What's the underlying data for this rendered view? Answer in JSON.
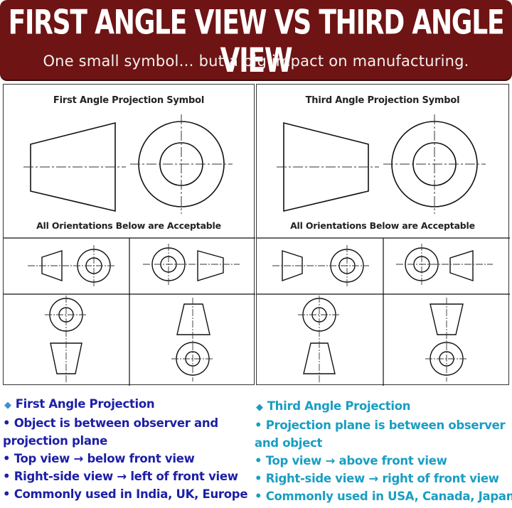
{
  "banner": {
    "title": "FIRST ANGLE VIEW VS THIRD ANGLE VIEW",
    "subtitle": "One small symbol… but a big impact on manufacturing."
  },
  "first_angle": {
    "symbol_title": "First Angle Projection Symbol",
    "orientations_note": "All Orientations Below are Acceptable"
  },
  "third_angle": {
    "symbol_title": "Third Angle Projection Symbol",
    "orientations_note": "All Orientations Below are Acceptable"
  },
  "first_notes": {
    "heading": "First Angle Projection",
    "line1": "• Object is between observer and",
    "line2": "projection plane",
    "line3": "• Top view → below front view",
    "line4": "• Right-side view → left of front view",
    "line5": "• Commonly used in India, UK, Europe"
  },
  "third_notes": {
    "heading": "Third Angle Projection",
    "line1": "• Projection plane is between observer",
    "line2": "and object",
    "line3": "• Top view → above front view",
    "line4": "• Right-side view → right of front view",
    "line5": "• Commonly used in USA, Canada, Japan"
  },
  "colors": {
    "banner_bg": "#6e1414",
    "first_text": "#1d1fa6",
    "third_text": "#1a9ec2",
    "diamond": "#3a8fd8"
  }
}
